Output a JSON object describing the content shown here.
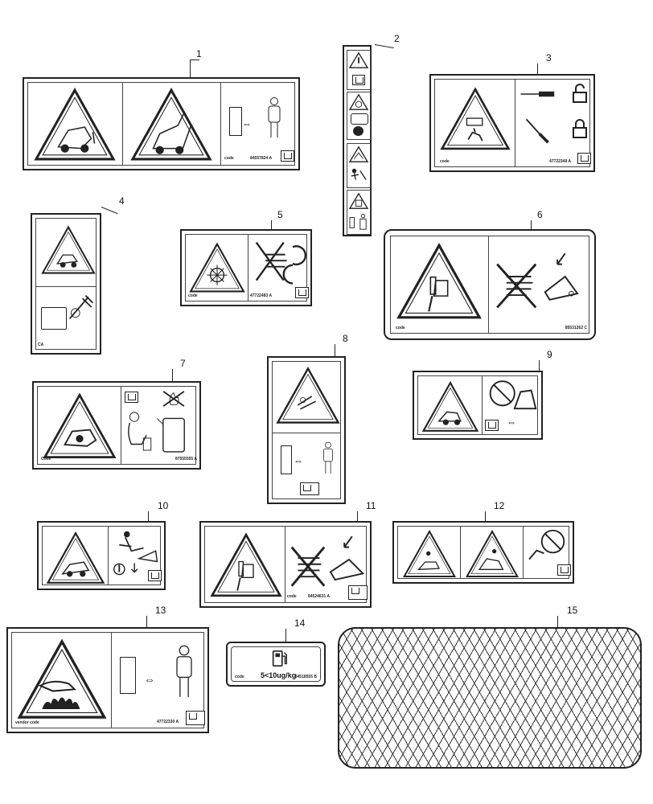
{
  "callouts": [
    "1",
    "2",
    "3",
    "4",
    "5",
    "6",
    "7",
    "8",
    "9",
    "10",
    "11",
    "12",
    "13",
    "14",
    "15"
  ],
  "decal_codes": {
    "d1": "84557824 A",
    "d3": "47722349 A",
    "d4": "CA",
    "d5": "47722483 A",
    "d6": "85531262 C",
    "d7": "87555555 A",
    "d11": "84524631 A",
    "d13": "47722330 A",
    "d14": "84518555 B"
  },
  "code_word": "code",
  "code_word_cap": "Code",
  "code_word_13": "vendor code",
  "fuel_label": "5<10ug/kg",
  "icon_names": [
    "warning-triangle-icon",
    "manual-book-icon",
    "person-icon",
    "safe-distance-arrow-icon",
    "no-hand-icon",
    "padlock-icon",
    "fuel-pump-icon"
  ]
}
